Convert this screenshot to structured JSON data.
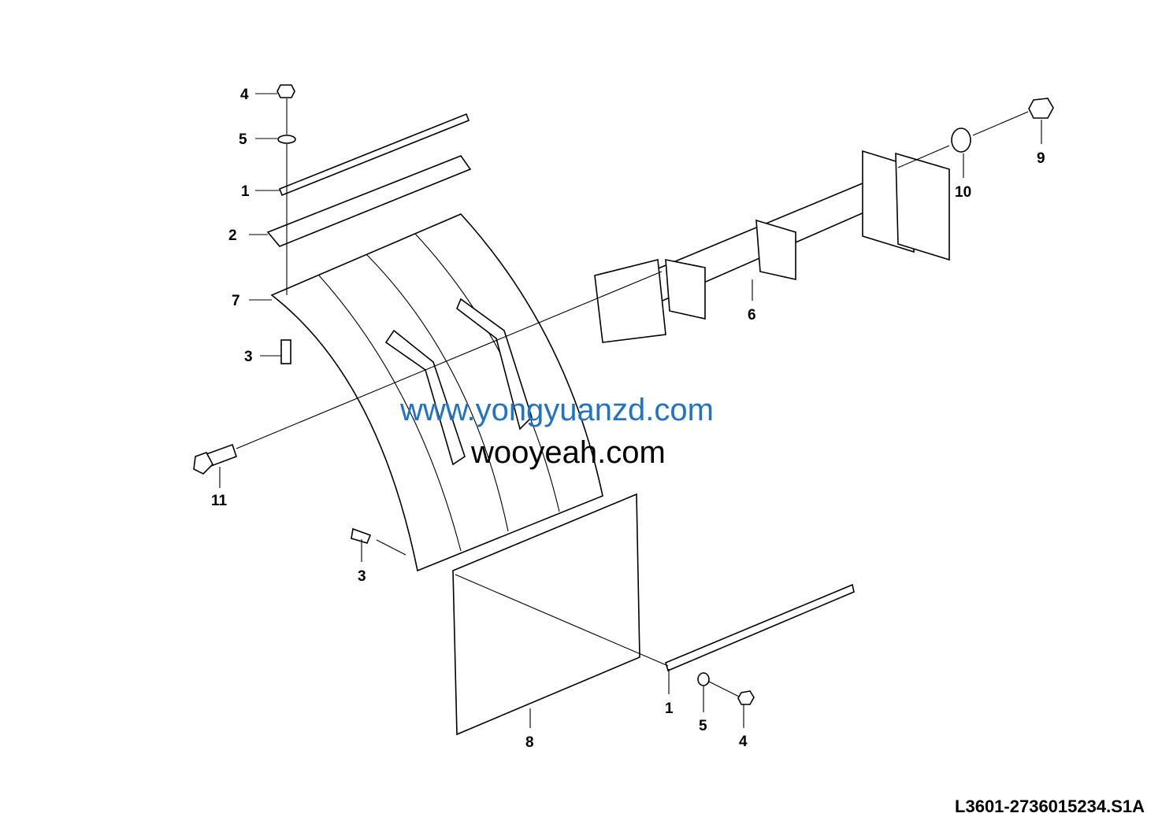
{
  "diagram": {
    "callouts": [
      "4",
      "5",
      "1",
      "2",
      "7",
      "3",
      "11",
      "3",
      "8",
      "1",
      "5",
      "4",
      "6",
      "10",
      "9"
    ],
    "drawing_code": "L3601-2736015234.S1A",
    "watermarks": [
      "www.yongyuanzd.com",
      "wooyeah.com"
    ]
  }
}
